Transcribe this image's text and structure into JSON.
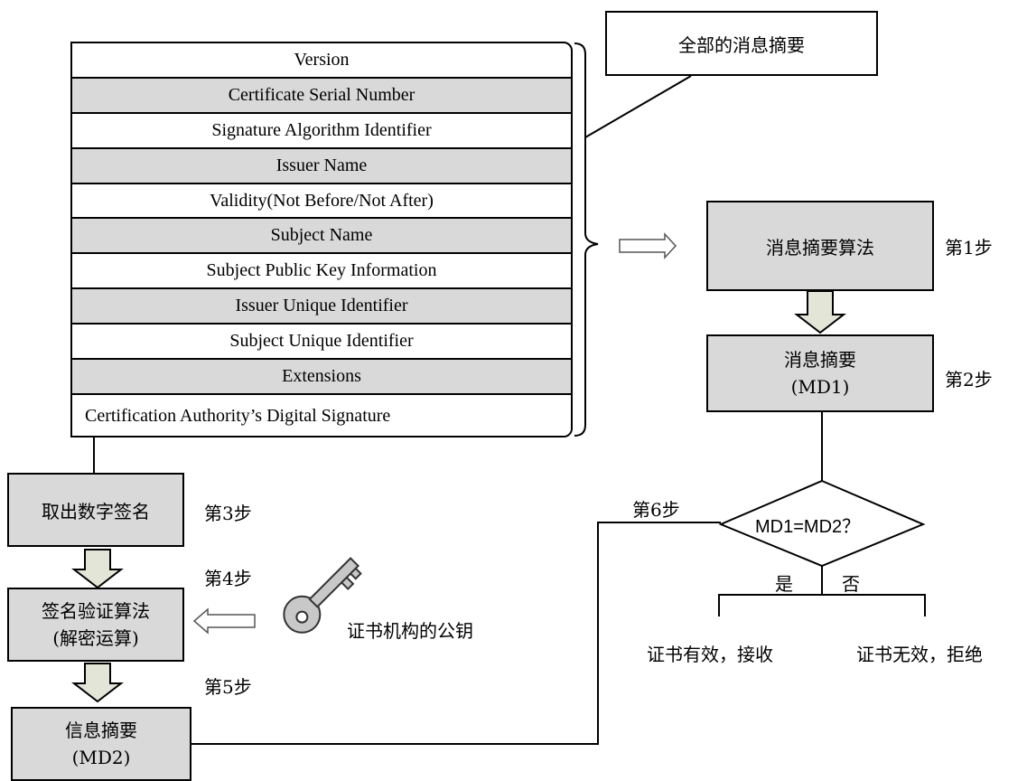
{
  "certificate_fields": [
    "Version",
    "Certificate Serial Number",
    "Signature Algorithm Identifier",
    "Issuer Name",
    "Validity(Not Before/Not After)",
    "Subject Name",
    "Subject Public Key Information",
    "Issuer Unique Identifier",
    "Subject Unique Identifier",
    "Extensions",
    "Certification Authority’s Digital Signature"
  ],
  "callout": "全部的消息摘要",
  "right": {
    "algo_box": "消息摘要算法",
    "step1": "第1步",
    "md1_line1": "消息摘要",
    "md1_line2": "(MD1)",
    "step2": "第2步",
    "decision": "MD1=MD2？",
    "yes": "是",
    "no": "否",
    "valid": "证书有效，接收",
    "invalid": "证书无效，拒绝"
  },
  "left": {
    "extract_box": "取出数字签名",
    "step3": "第3步",
    "step4": "第4步",
    "verify_line1": "签名验证算法",
    "verify_line2": "(解密运算)",
    "ca_key": "证书机构的公钥",
    "step5": "第5步",
    "md2_line1": "信息摘要",
    "md2_line2": "(MD2)",
    "step6": "第6步"
  },
  "colors": {
    "box_fill": "#d9d9d9",
    "arrow_fill": "#e3e6d6",
    "stroke": "#000000"
  }
}
